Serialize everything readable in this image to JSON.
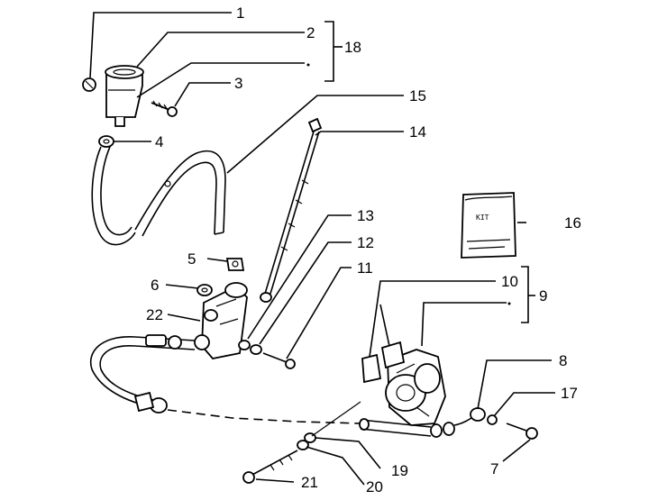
{
  "diagram": {
    "callouts": [
      {
        "id": "c1",
        "text": "1"
      },
      {
        "id": "c2",
        "text": "2"
      },
      {
        "id": "c3",
        "text": "3"
      },
      {
        "id": "c4",
        "text": "4"
      },
      {
        "id": "c5",
        "text": "5"
      },
      {
        "id": "c6",
        "text": "6"
      },
      {
        "id": "c7",
        "text": "7"
      },
      {
        "id": "c8",
        "text": "8"
      },
      {
        "id": "c9",
        "text": "9"
      },
      {
        "id": "c10",
        "text": "10"
      },
      {
        "id": "c11",
        "text": "11"
      },
      {
        "id": "c12",
        "text": "12"
      },
      {
        "id": "c13",
        "text": "13"
      },
      {
        "id": "c14",
        "text": "14"
      },
      {
        "id": "c15",
        "text": "15"
      },
      {
        "id": "c16",
        "text": "16"
      },
      {
        "id": "c17",
        "text": "17"
      },
      {
        "id": "c18",
        "text": "18"
      },
      {
        "id": "c19",
        "text": "19"
      },
      {
        "id": "c20",
        "text": "20"
      },
      {
        "id": "c21",
        "text": "21"
      },
      {
        "id": "c22",
        "text": "22"
      }
    ],
    "kit_label": {
      "line1": "KIT"
    }
  }
}
